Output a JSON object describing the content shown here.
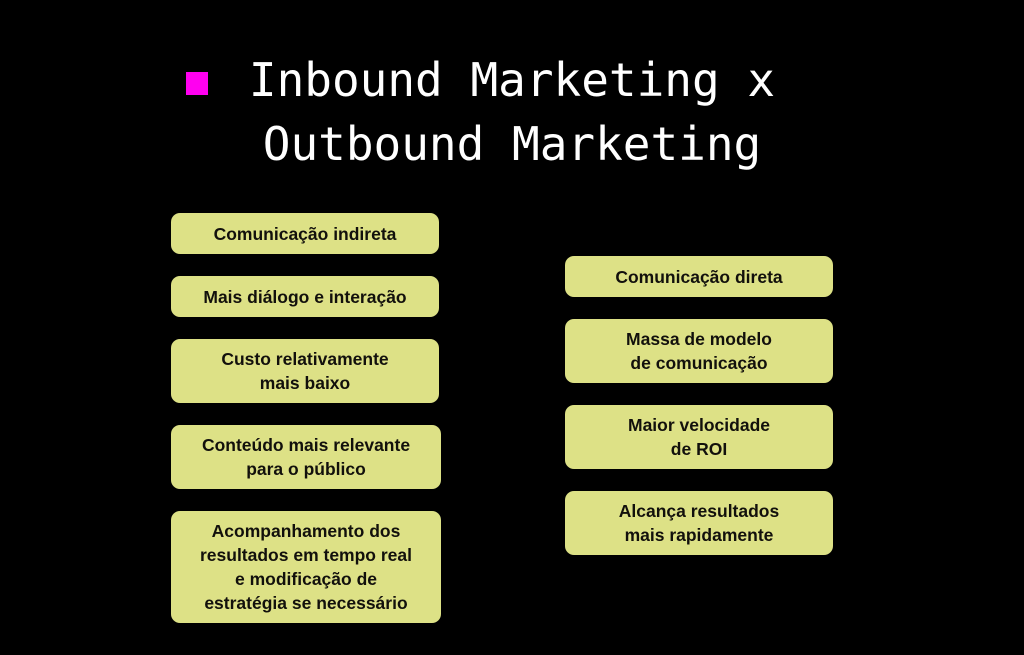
{
  "slide": {
    "background_color": "#000000",
    "accent_color": "#ff00f0",
    "pill_color": "#dde186",
    "pill_text_color": "#12100c",
    "title_color": "#ffffff"
  },
  "title": {
    "bullet_icon": "magenta-square-bullet",
    "line1": "Inbound Marketing x",
    "line2": "Outbound Marketing"
  },
  "columns": {
    "inbound": {
      "name": "inbound-marketing-column",
      "items": [
        {
          "text": "Comunicação indireta",
          "lines": 1
        },
        {
          "text": "Mais diálogo e interação",
          "lines": 1
        },
        {
          "text": "Custo relativamente\nmais baixo",
          "lines": 2
        },
        {
          "text": "Conteúdo mais relevante\npara o público",
          "lines": 2
        },
        {
          "text": "Acompanhamento dos\nresultados em tempo real\ne modificação de\nestratégia se necessário",
          "lines": 4
        }
      ]
    },
    "outbound": {
      "name": "outbound-marketing-column",
      "items": [
        {
          "text": "Comunicação direta",
          "lines": 1
        },
        {
          "text": "Massa de modelo\nde comunicação",
          "lines": 2
        },
        {
          "text": "Maior velocidade\nde ROI",
          "lines": 2
        },
        {
          "text": "Alcança resultados\nmais rapidamente",
          "lines": 2
        }
      ]
    }
  }
}
